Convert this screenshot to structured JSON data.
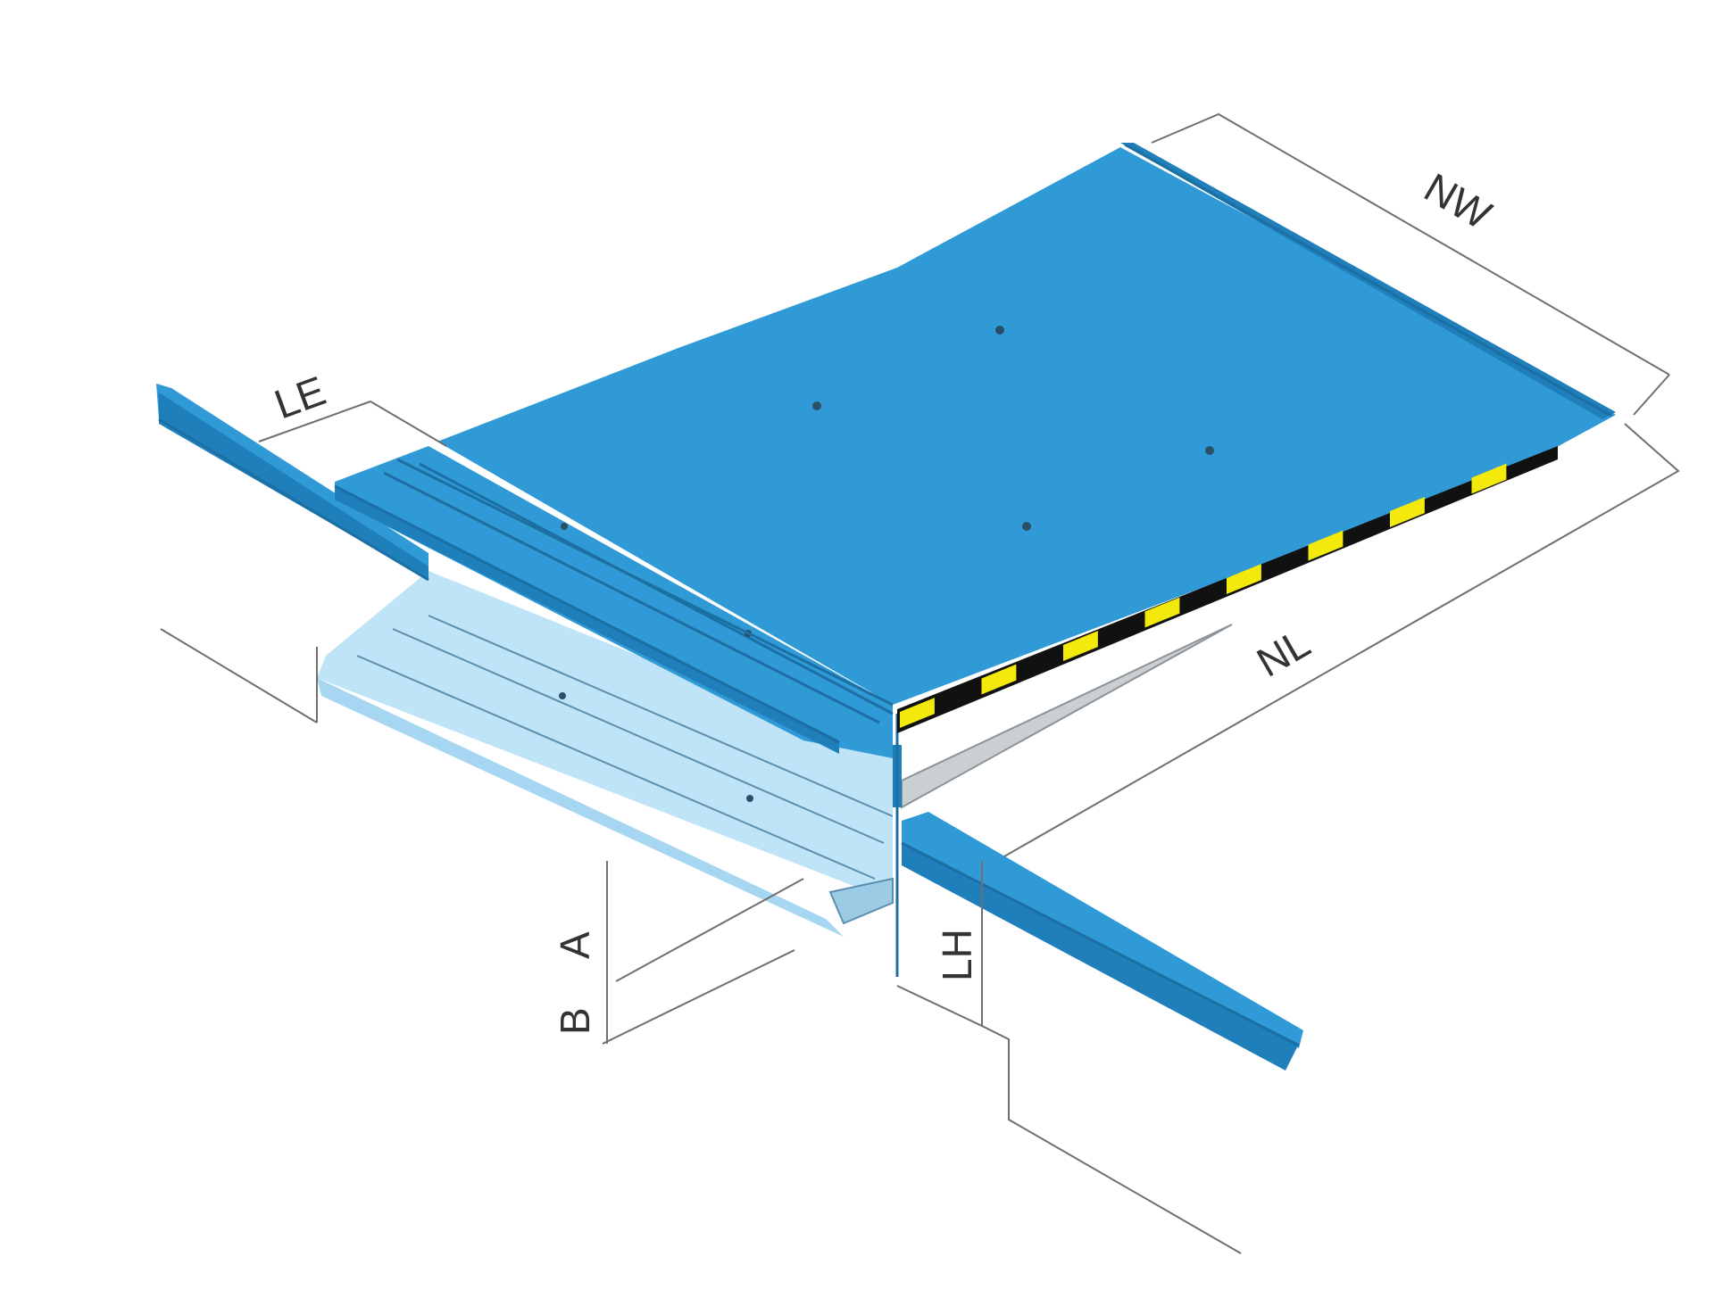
{
  "diagram": {
    "labels": {
      "nw": "NW",
      "nl": "NL",
      "le": "LE",
      "lh": "LH",
      "a": "A",
      "b": "B"
    },
    "colors": {
      "platform": "#2f9ad6",
      "platform_dark": "#1f7fba",
      "lip_light": "#bfe3f7",
      "lip_mid": "#a6d6f1",
      "hazard_yellow": "#f3ea0c",
      "hazard_black": "#111111",
      "dimension": "#6f6f6f"
    }
  }
}
